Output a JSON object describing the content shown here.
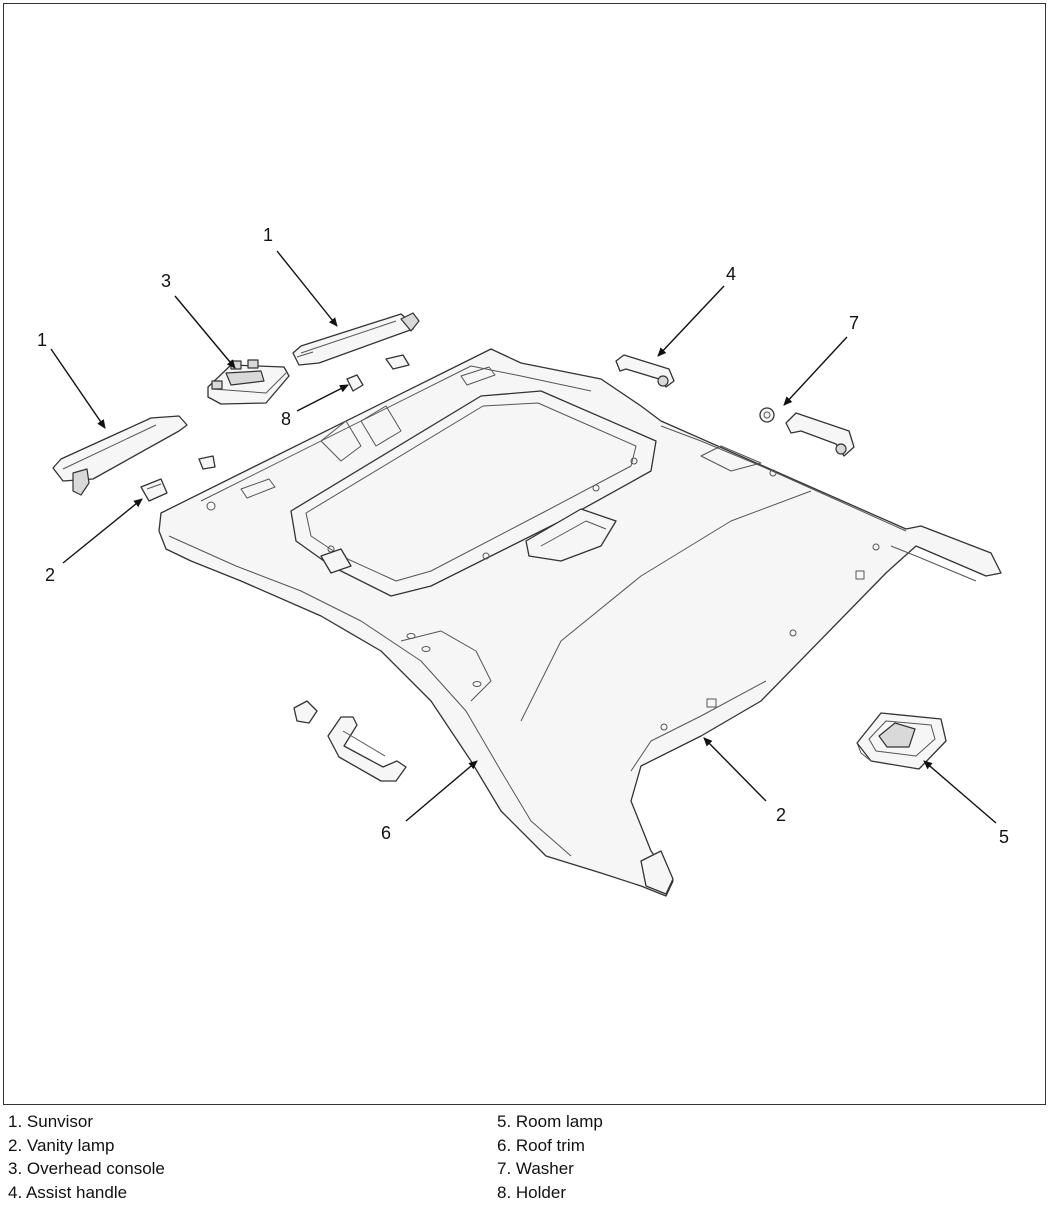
{
  "callouts": {
    "c1_upper": "1",
    "c1_left": "1",
    "c2_left": "2",
    "c2_right": "2",
    "c3": "3",
    "c4": "4",
    "c5": "5",
    "c6": "6",
    "c7": "7",
    "c8": "8"
  },
  "legend": {
    "left": [
      "1. Sunvisor",
      "2. Vanity lamp",
      "3. Overhead console",
      "4. Assist handle"
    ],
    "right": [
      "5. Room lamp",
      "6. Roof trim",
      "7. Washer",
      "8. Holder"
    ]
  },
  "colors": {
    "line": "#333333",
    "fill": "#f6f6f6",
    "frame": "#333333"
  }
}
